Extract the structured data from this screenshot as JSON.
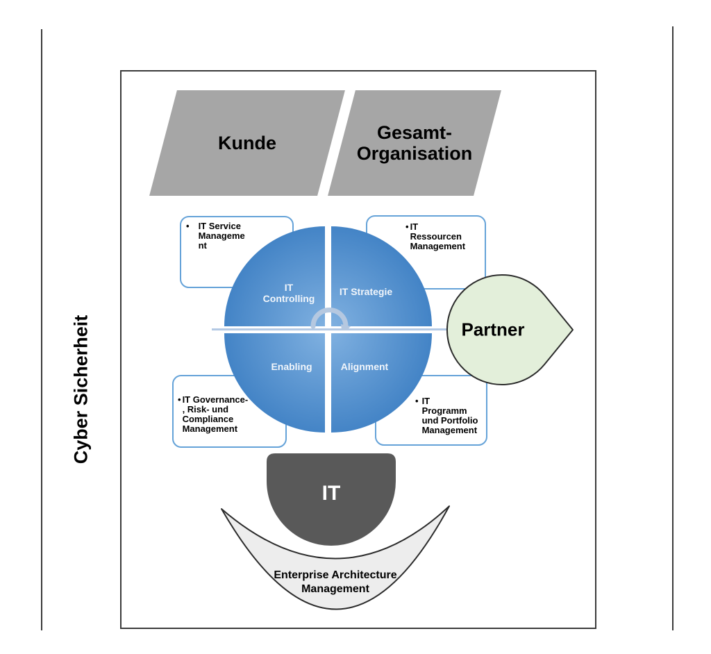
{
  "side_label": "Cyber Sicherheit",
  "top_band": {
    "left_label": "Kunde",
    "right_label": "Gesamt-\nOrganisation"
  },
  "circle": {
    "top_left": "IT\nControlling",
    "top_right": "IT Strategie",
    "bottom_left": "Enabling",
    "bottom_right": "Alignment"
  },
  "boxes": {
    "top_left": {
      "bullet": "•",
      "text": "IT Service\nManageme\nnt"
    },
    "top_right": {
      "bullet": "•",
      "text": "IT\nRessourcen\nManagement"
    },
    "bottom_left": {
      "bullet": "•",
      "text": "IT Governance-\n, Risk- und\nCompliance\nManagement"
    },
    "bottom_right": {
      "bullet": "•",
      "text": "IT\nProgramm\nund Portfolio\nManagement"
    }
  },
  "partner": {
    "label": "Partner"
  },
  "it_core": {
    "label": "IT"
  },
  "eam": {
    "label": "Enterprise Architecture\nManagement"
  },
  "colors": {
    "shape_gray": "#a6a6a6",
    "blue_light": "#7fb0e0",
    "blue_dark": "#4182c5",
    "box_border": "#64a2d8",
    "partner_fill": "#e3efda",
    "it_fill": "#595959",
    "crescent_fill": "#ededed",
    "outline": "#2b2b2b",
    "connector": "#b3c9e4",
    "arc": "#b5c8e0"
  }
}
